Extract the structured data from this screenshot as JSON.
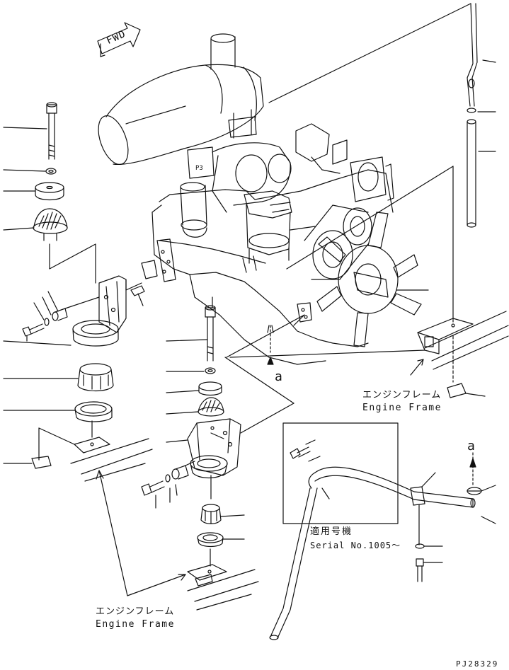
{
  "direction_marker": "FWD",
  "reference_marks": {
    "a_upper": "a",
    "a_lower": "a"
  },
  "engine_frame_labels": [
    {
      "jp": "エンジンフレーム",
      "en": "Engine Frame"
    },
    {
      "jp": "エンジンフレーム",
      "en": "Engine Frame"
    }
  ],
  "serial_note": {
    "jp": "適用号機",
    "en": "Serial No.1005～"
  },
  "drawing_code": "PJ28329",
  "colors": {
    "line": "#111111",
    "background": "#ffffff"
  }
}
